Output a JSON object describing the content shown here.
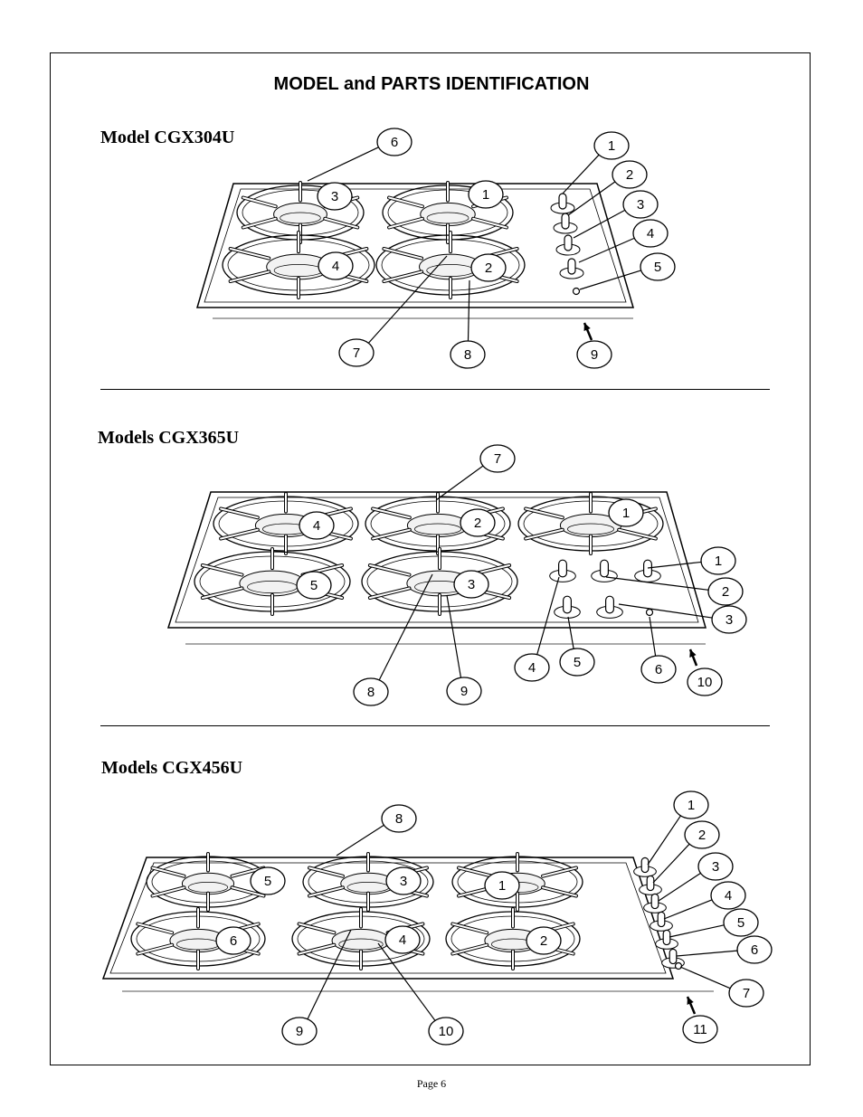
{
  "page": {
    "title": "MODEL and PARTS IDENTIFICATION",
    "page_number": "Page 6"
  },
  "sections": [
    {
      "title": "Model CGX304U",
      "callouts": [
        "6",
        "1",
        "2",
        "3",
        "4",
        "5",
        "3",
        "1",
        "4",
        "2",
        "7",
        "8",
        "9"
      ]
    },
    {
      "title": "Models CGX365U",
      "callouts": [
        "7",
        "4",
        "2",
        "1",
        "5",
        "3",
        "1",
        "2",
        "3",
        "4",
        "5",
        "6",
        "10",
        "8",
        "9"
      ]
    },
    {
      "title": "Models CGX456U",
      "callouts": [
        "8",
        "1",
        "2",
        "3",
        "4",
        "5",
        "6",
        "5",
        "3",
        "1",
        "6",
        "4",
        "2",
        "7",
        "9",
        "10",
        "11"
      ]
    }
  ]
}
